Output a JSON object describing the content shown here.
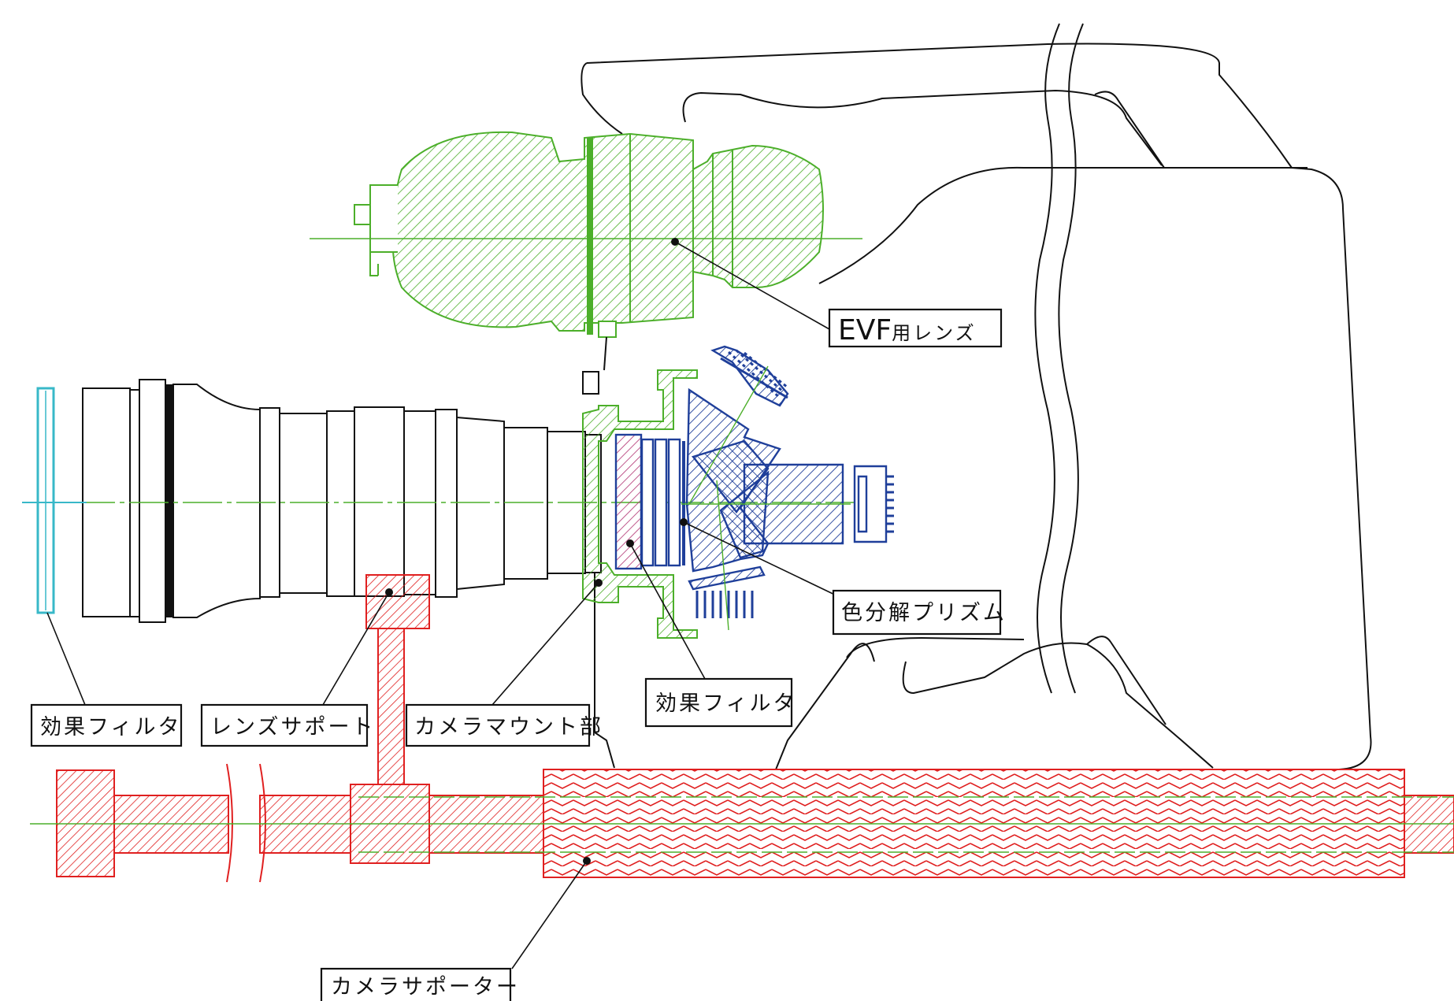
{
  "labels": {
    "effect_filter_left": "効果フィルタ",
    "lens_support": "レンズサポート",
    "camera_mount": "カメラマウント部",
    "effect_filter_right": "効果フィルタ",
    "color_prism": "色分解プリズム",
    "evf_lens_main": "EVF",
    "evf_lens_suffix": "用レンズ",
    "camera_supporter": "カメラサポーター"
  },
  "colors": {
    "outline": "#111111",
    "evf_green": "#4caf2a",
    "prism_blue": "#1f3f9a",
    "filter_magenta": "#b03070",
    "support_red": "#e02020",
    "filter_cyan": "#38b8c8",
    "axis_green": "#4caf2a"
  }
}
